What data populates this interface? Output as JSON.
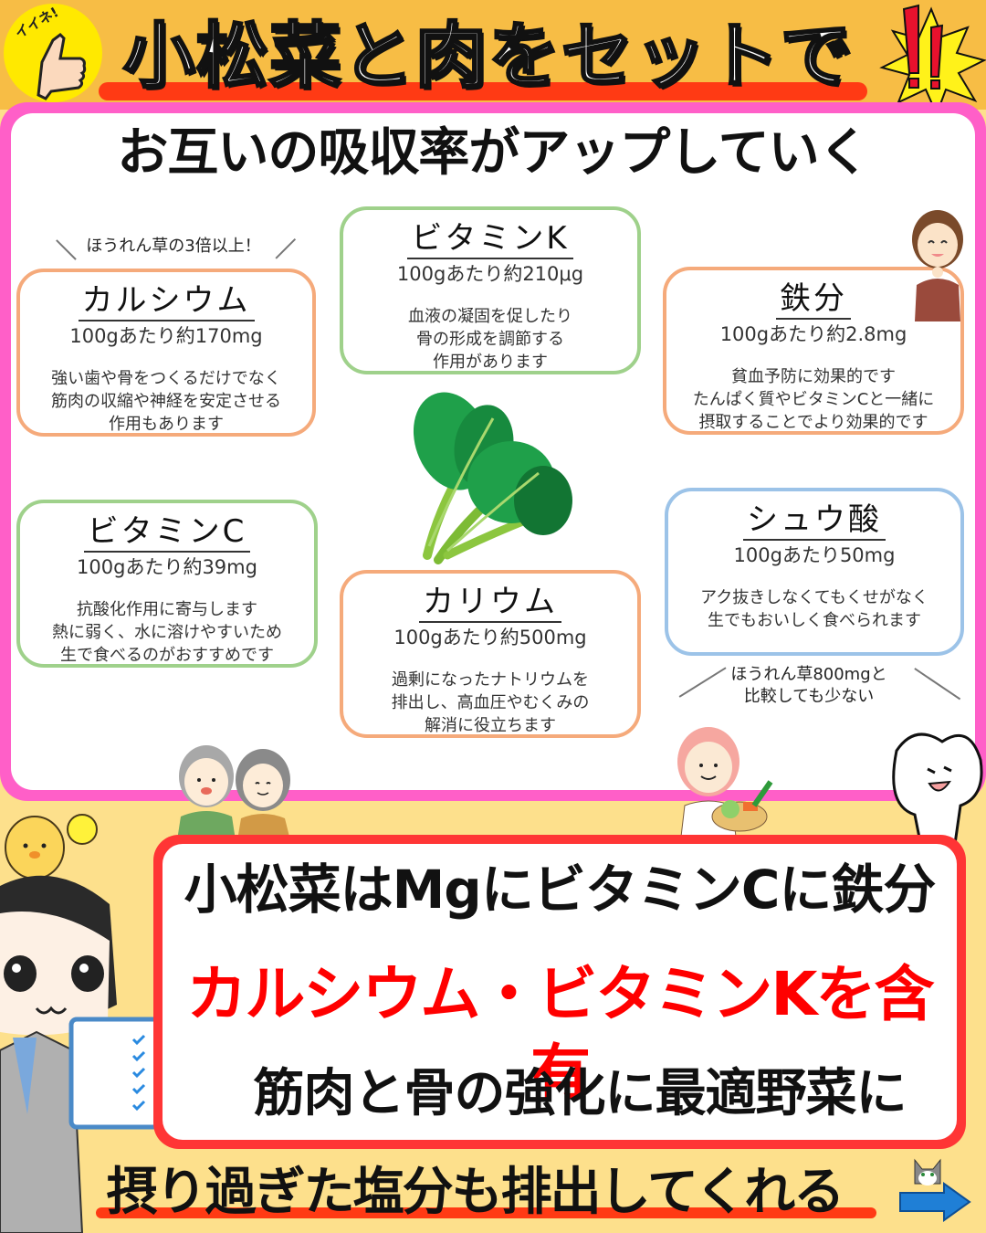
{
  "header": {
    "title": "小松菜と肉をセットで",
    "like_badge": "イイネ!",
    "like_icon": "thumbs-up-icon",
    "exclaim_icon": "double-exclamation-icon"
  },
  "subtitle": "お互いの吸収率がアップしていく",
  "nutrients": [
    {
      "name": "カルシウム",
      "amount": "100gあたり約170mg",
      "description": [
        "強い歯や骨をつくるだけでなく",
        "筋肉の収縮や神経を安定させる",
        "作用もあります"
      ],
      "callout": "ほうれん草の3倍以上！",
      "border_color": "#f5aa7b"
    },
    {
      "name": "ビタミンK",
      "amount": "100gあたり約210μg",
      "description": [
        "血液の凝固を促したり",
        "骨の形成を調節する",
        "作用があります"
      ],
      "border_color": "#9fd18b"
    },
    {
      "name": "鉄分",
      "amount": "100gあたり約2.8mg",
      "description": [
        "貧血予防に効果的です",
        "たんぱく質やビタミンCと一緒に",
        "摂取することでより効果的です"
      ],
      "border_color": "#f5aa7b"
    },
    {
      "name": "ビタミンC",
      "amount": "100gあたり約39mg",
      "description": [
        "抗酸化作用に寄与します",
        "熱に弱く、水に溶けやすいため",
        "生で食べるのがおすすめです"
      ],
      "border_color": "#9fd18b"
    },
    {
      "name": "カリウム",
      "amount": "100gあたり約500mg",
      "description": [
        "過剰になったナトリウムを",
        "排出し、高血圧やむくみの",
        "解消に役立ちます"
      ],
      "border_color": "#f5aa7b"
    },
    {
      "name": "シュウ酸",
      "amount": "100gあたり50mg",
      "description": [
        "アク抜きしなくてもくせがなく",
        "生でもおいしく食べられます"
      ],
      "callout": [
        "ほうれん草800mgと",
        "比較しても少ない"
      ],
      "border_color": "#9cc3e8"
    }
  ],
  "summary": {
    "line1": "小松菜はMgにビタミンCに鉄分",
    "line2": "カルシウム・ビタミンKを含有",
    "line3": "筋肉と骨の強化に最適野菜に"
  },
  "footer": {
    "text": "摂り過ぎた塩分も排出してくれる",
    "next_icon": "right-arrow-icon"
  },
  "colors": {
    "background": "#fde08c",
    "header_band": "#f7bd45",
    "pink_frame": "#ff5fc8",
    "red_accent": "#ff3535",
    "highlight_red": "#ff0000",
    "arrow_blue": "#1f7fd6"
  }
}
